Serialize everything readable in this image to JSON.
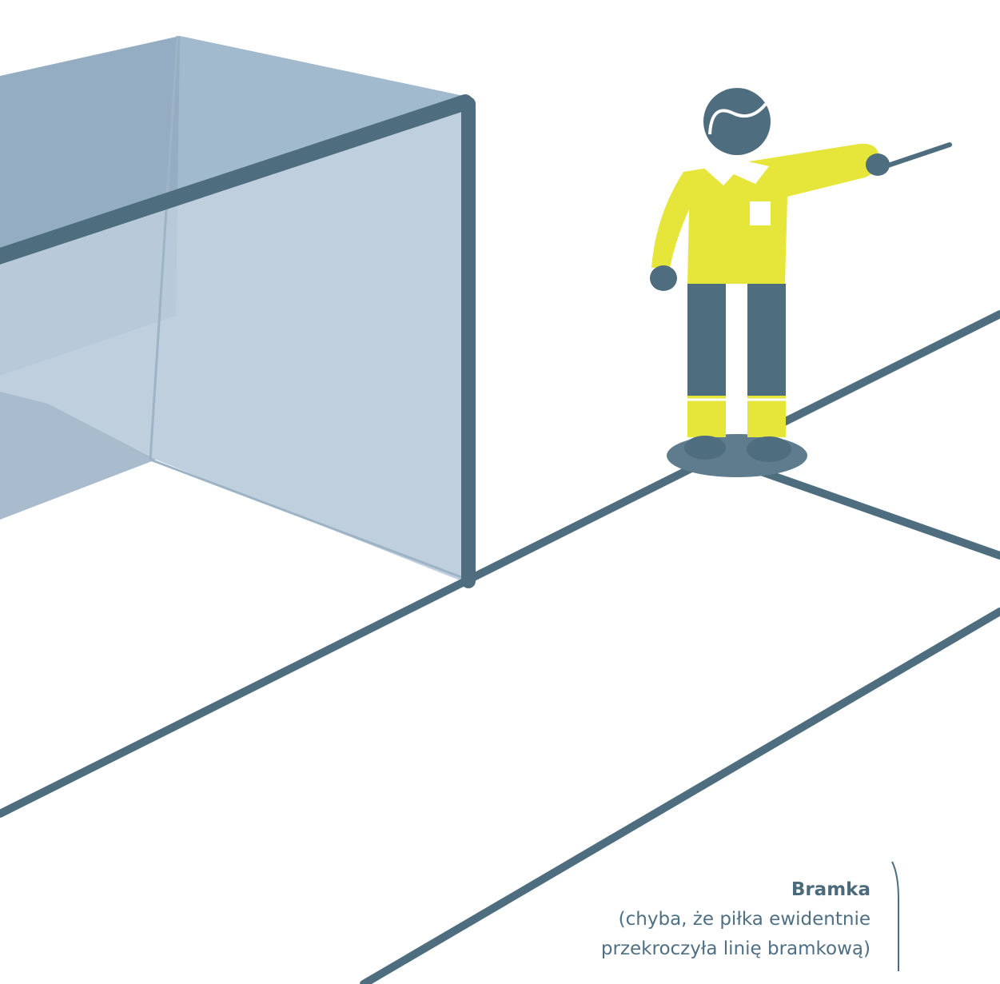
{
  "caption": {
    "title": "Bramka",
    "line1": "(chyba, że piłka ewidentnie",
    "line2": "przekroczyła linię bramkową)"
  },
  "colors": {
    "line": "#4e6e80",
    "referee_shirt": "#e6e63a",
    "referee_dark": "#4e6e80",
    "goal_glass": "#a9bfd2",
    "background": "#ffffff"
  }
}
